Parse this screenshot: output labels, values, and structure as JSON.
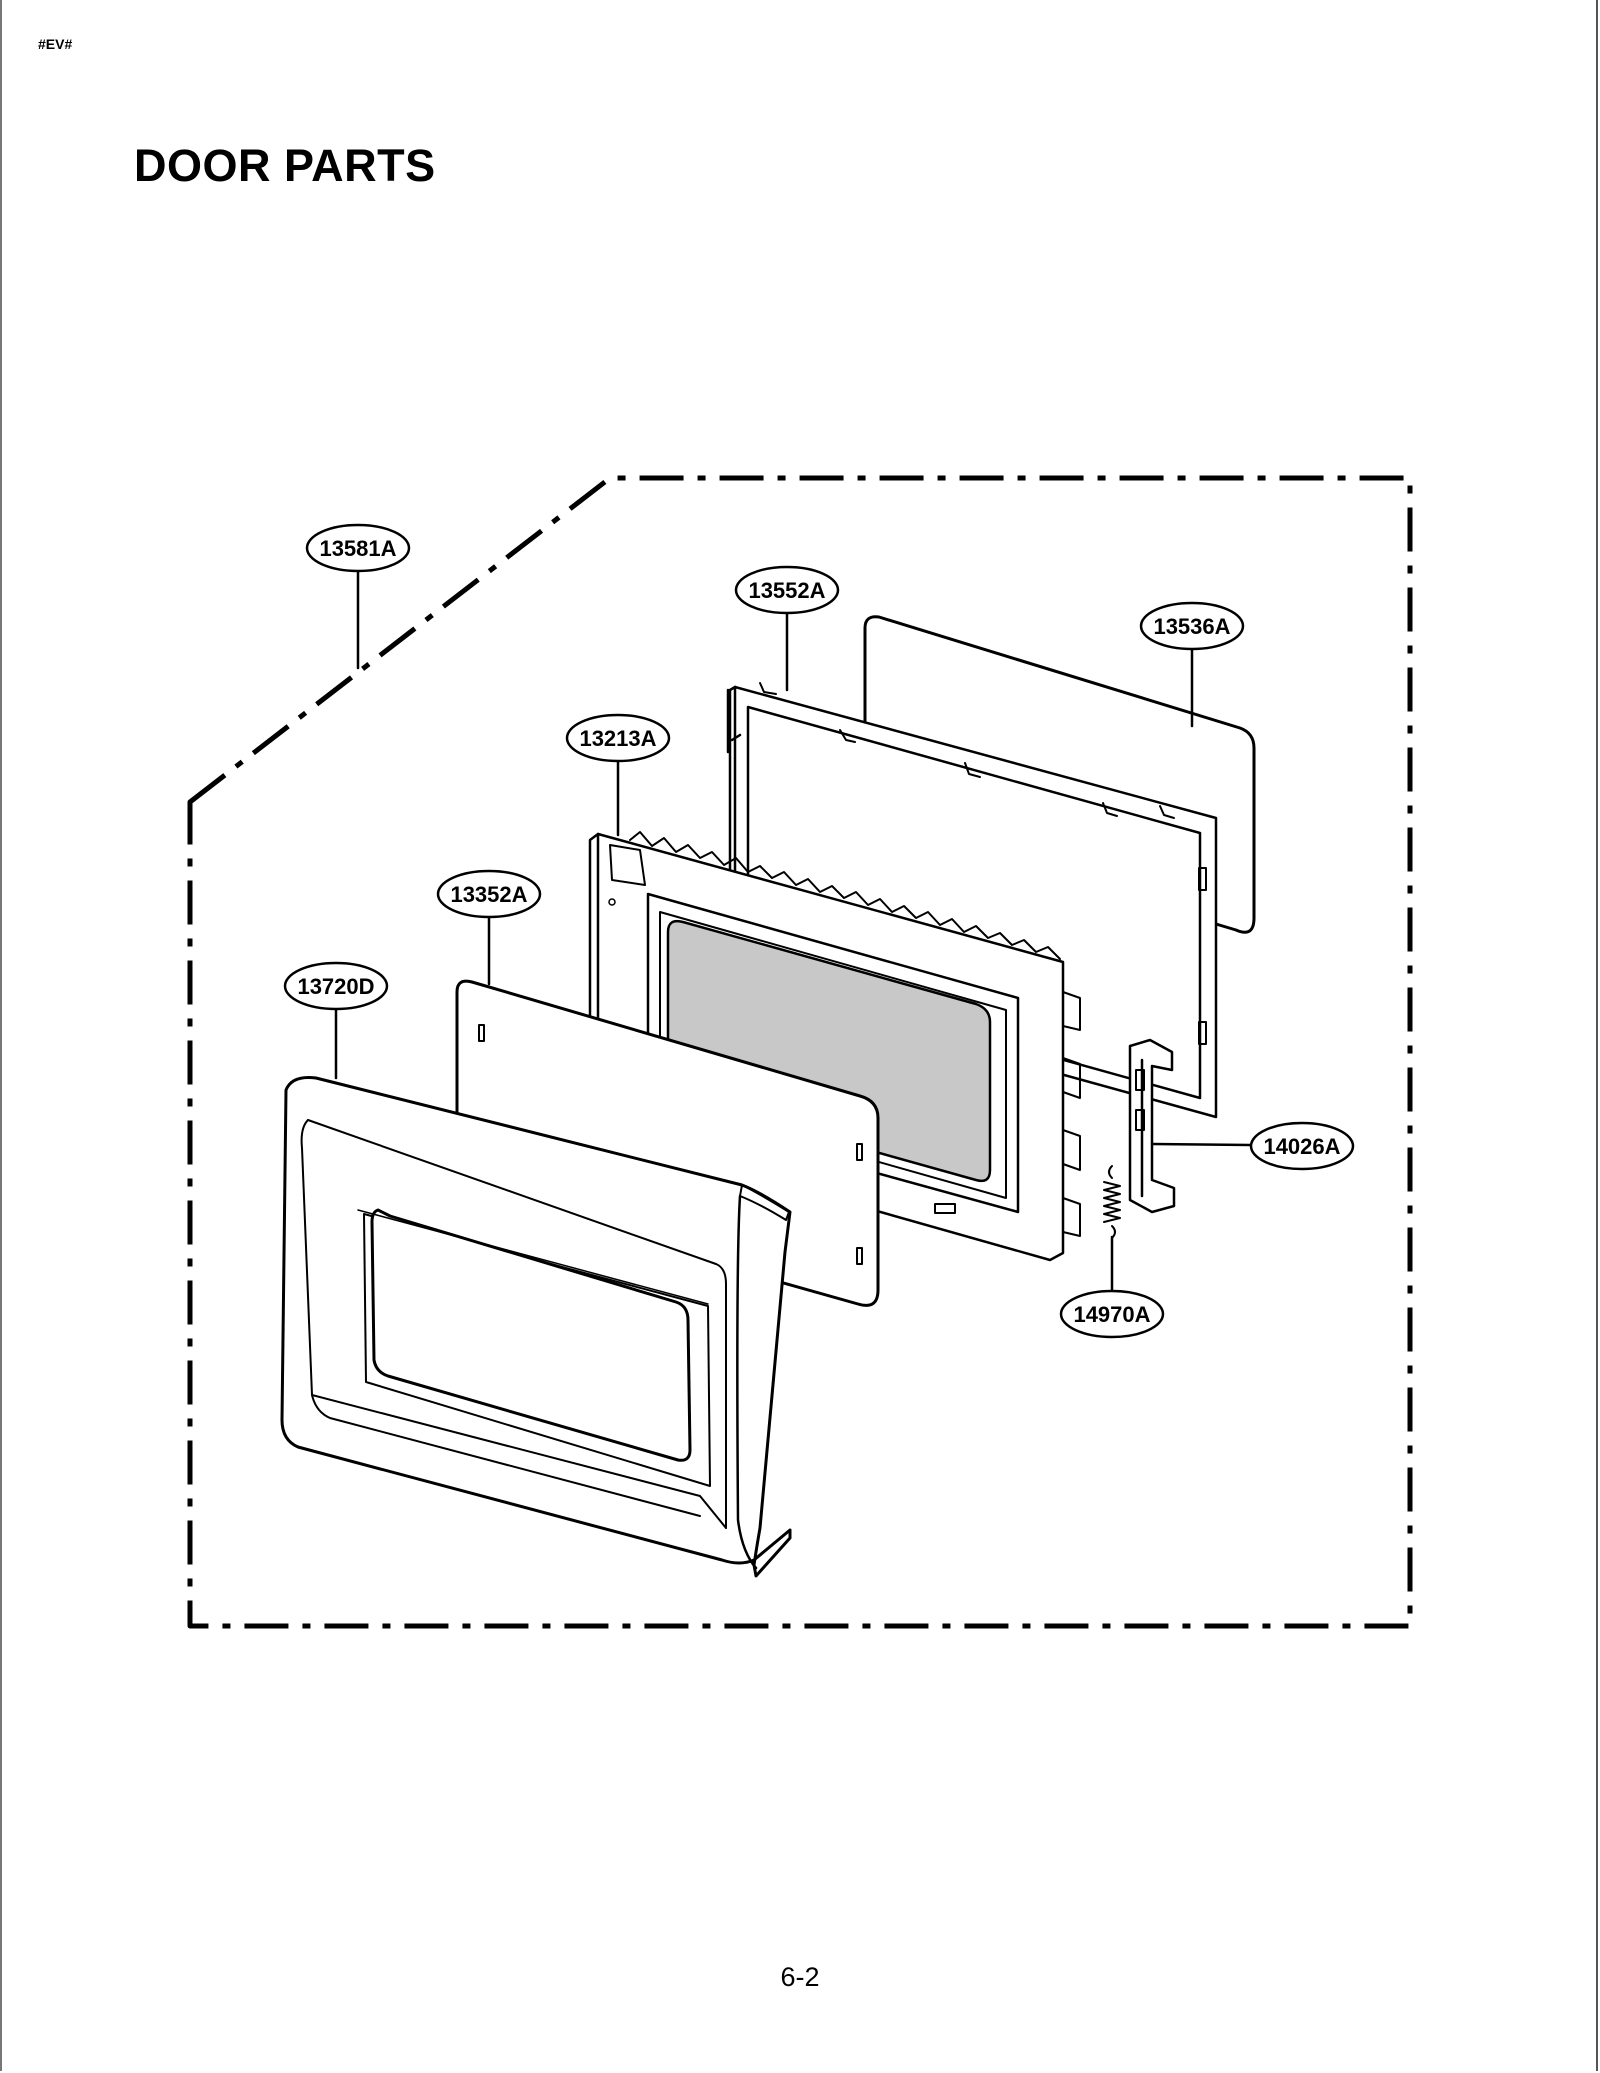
{
  "header": {
    "tag": "#EV#",
    "title": "DOOR PARTS"
  },
  "footer": {
    "page_number": "6-2"
  },
  "callouts": {
    "assembly": "13581A",
    "choke_frame": "13552A",
    "door_screen": "13536A",
    "door_frame": "13213A",
    "door_glass": "13352A",
    "door_front": "13720D",
    "latch_lever": "14026A",
    "latch_spring": "14970A"
  }
}
